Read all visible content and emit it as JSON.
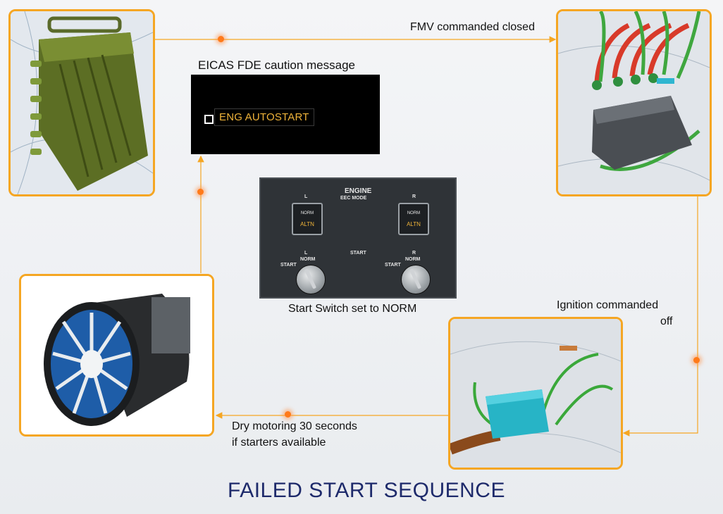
{
  "title": "FAILED START SEQUENCE",
  "labels": {
    "fmv": "FMV commanded closed",
    "eicas_caption": "EICAS FDE caution message",
    "start_switch": "Start Switch set to NORM",
    "ignition_line1": "Ignition commanded",
    "ignition_line2": "off",
    "dry_line1": "Dry motoring 30 seconds",
    "dry_line2": "if starters available"
  },
  "eicas": {
    "message": "ENG AUTOSTART"
  },
  "control_panel": {
    "engine": "ENGINE",
    "eec_mode": "EEC MODE",
    "left": "L",
    "right": "R",
    "start": "START",
    "norm": "NORM",
    "altn": "ALTN",
    "start_pos": "START",
    "norm_pos": "NORM"
  },
  "colors": {
    "accent": "#f5a623",
    "title": "#1e2a6b",
    "caution": "#f0b43a"
  },
  "icons": [
    "eec-unit-icon",
    "fuel-metering-valve-icon",
    "ignition-exciter-icon",
    "engine-fan-icon"
  ]
}
